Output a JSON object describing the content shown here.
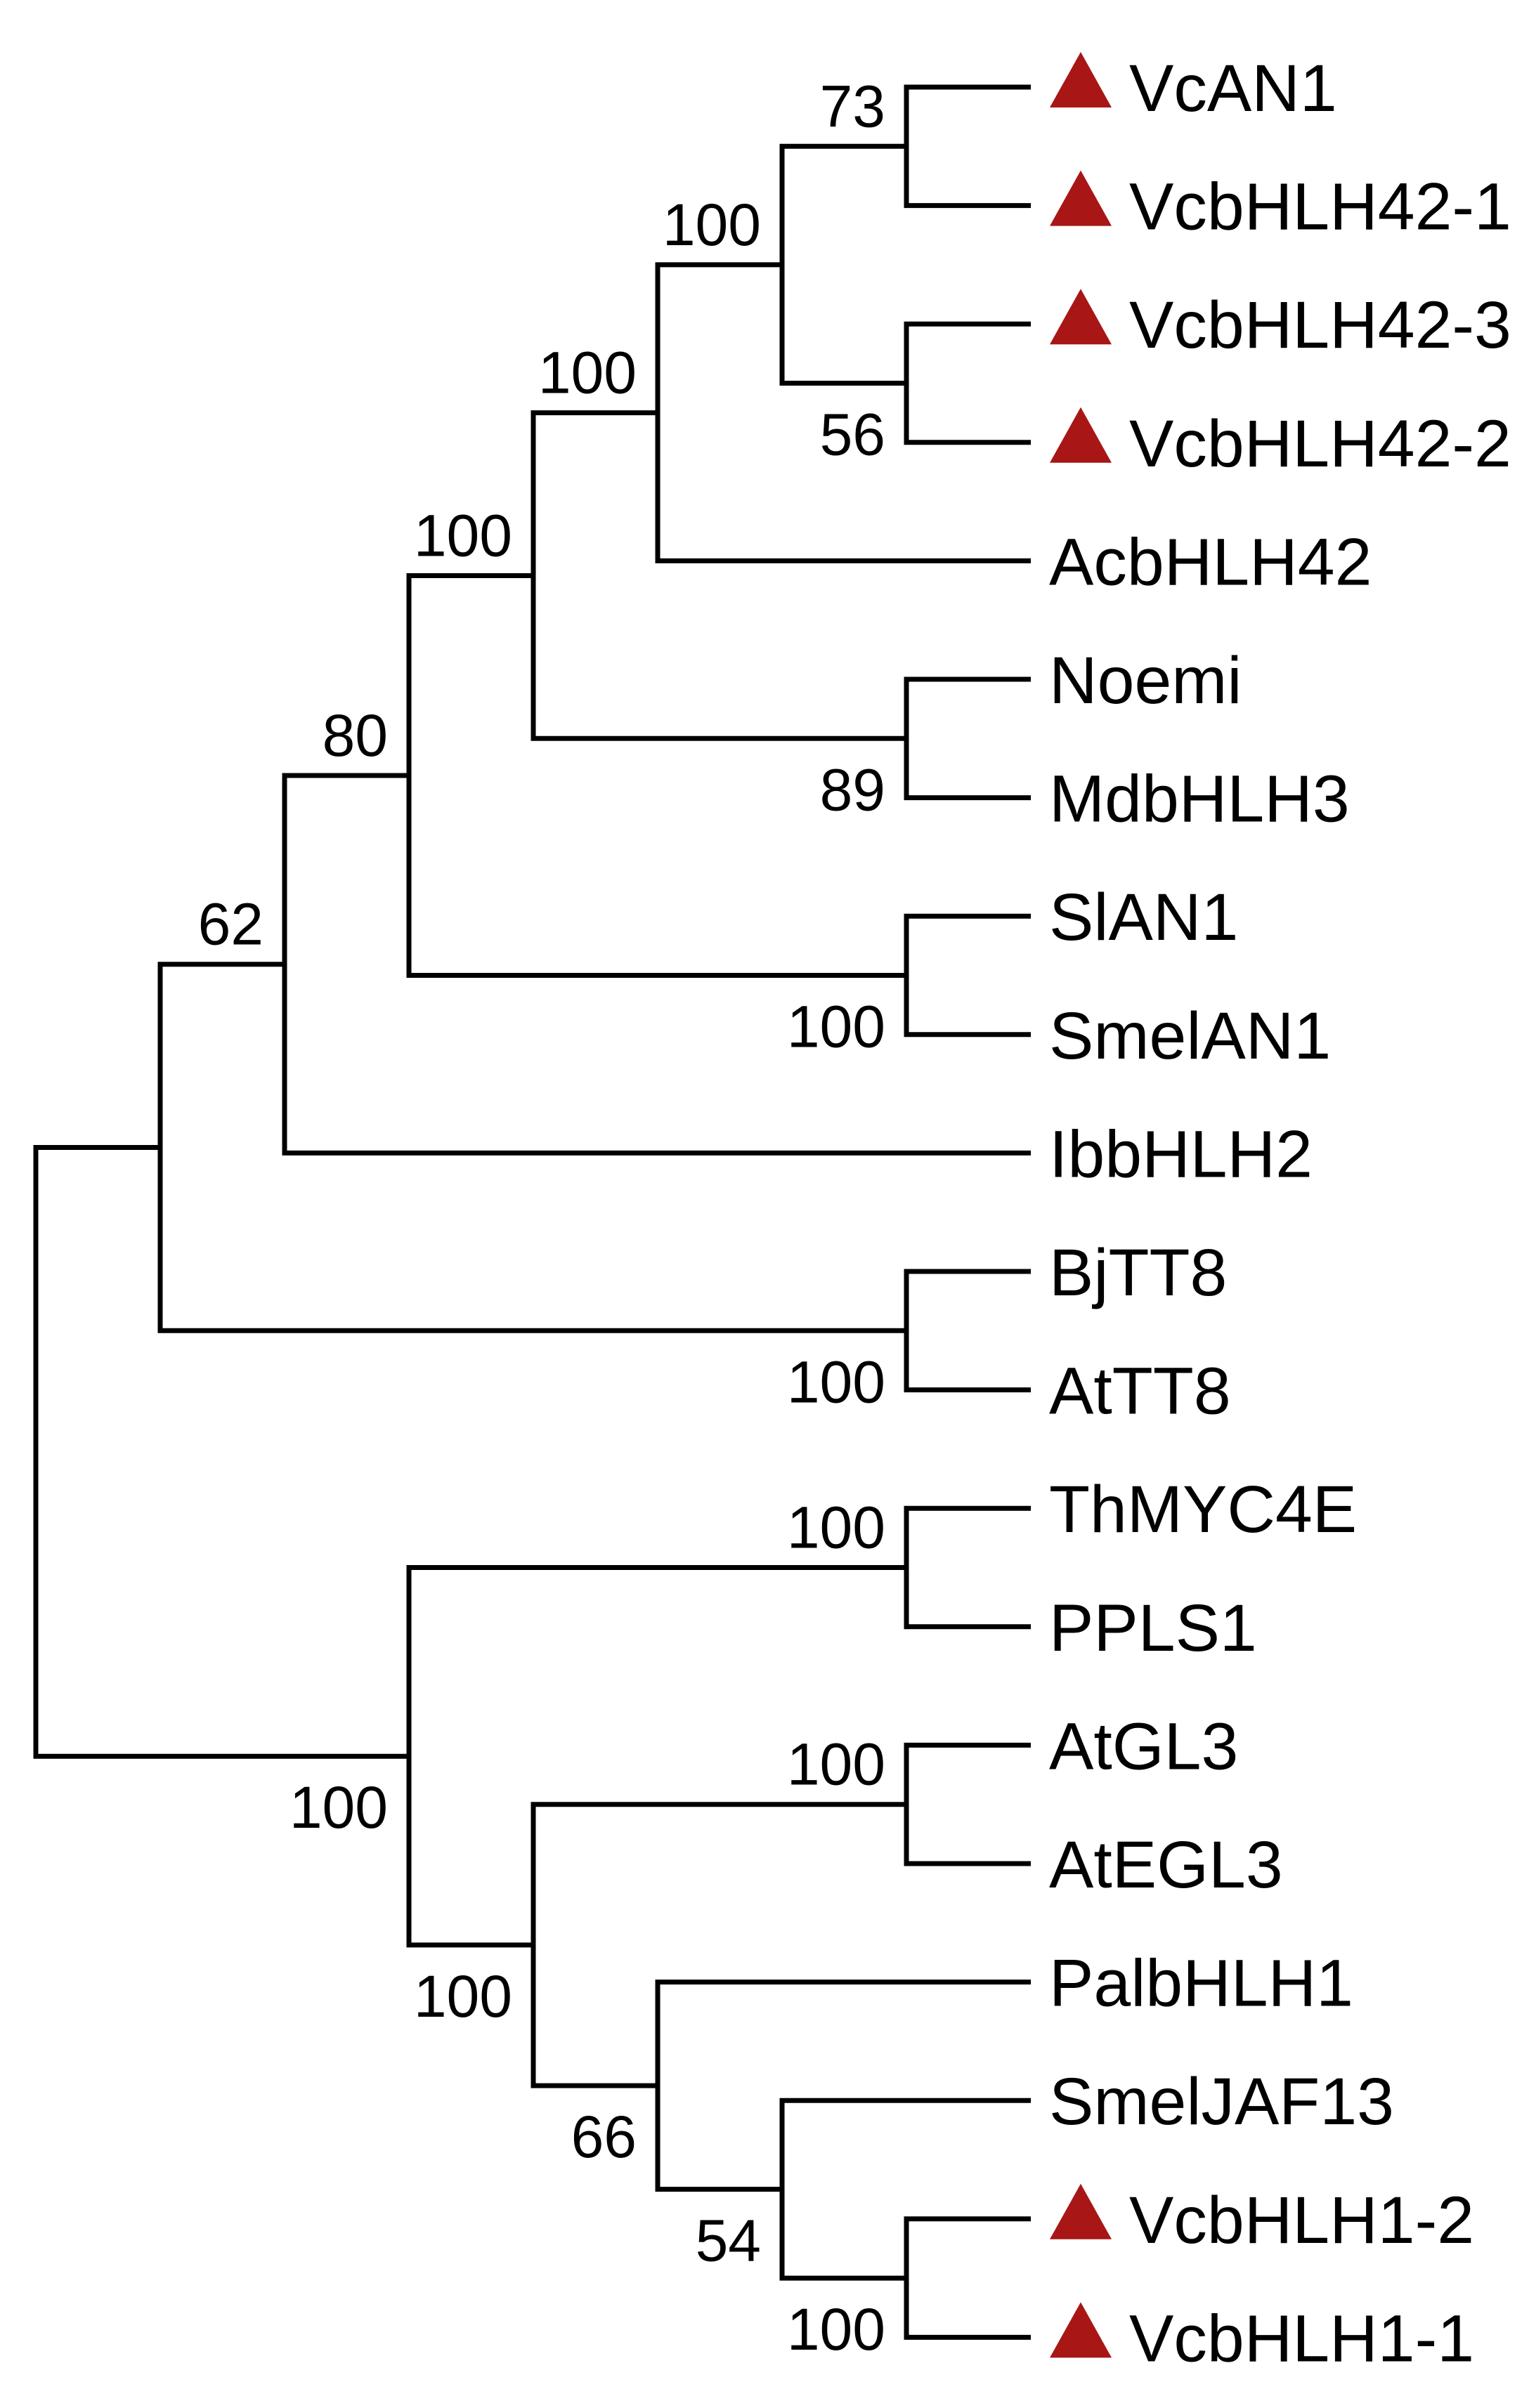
{
  "figure": {
    "kind": "phylogenetic-cladogram",
    "background_color": "#ffffff",
    "line_color": "#000000",
    "marker": {
      "shape": "triangle",
      "color": "#A81616"
    },
    "tree": {
      "bootstrap": null,
      "children": [
        {
          "bootstrap": null,
          "children": [
            {
              "bootstrap": "62",
              "children": [
                {
                  "bootstrap": "80",
                  "children": [
                    {
                      "bootstrap": "100",
                      "children": [
                        {
                          "bootstrap": "100",
                          "children": [
                            {
                              "bootstrap": "100",
                              "children": [
                                {
                                  "bootstrap": "73",
                                  "children": [
                                    {
                                      "name": "VcAN1",
                                      "marker": true
                                    },
                                    {
                                      "name": "VcbHLH42-1",
                                      "marker": true
                                    }
                                  ]
                                },
                                {
                                  "bootstrap": "56",
                                  "children": [
                                    {
                                      "name": "VcbHLH42-3",
                                      "marker": true
                                    },
                                    {
                                      "name": "VcbHLH42-2",
                                      "marker": true
                                    }
                                  ]
                                }
                              ]
                            },
                            {
                              "name": "AcbHLH42",
                              "marker": false
                            }
                          ]
                        },
                        {
                          "bootstrap": "89",
                          "children": [
                            {
                              "name": "Noemi",
                              "marker": false
                            },
                            {
                              "name": "MdbHLH3",
                              "marker": false
                            }
                          ]
                        }
                      ]
                    },
                    {
                      "bootstrap": "100",
                      "children": [
                        {
                          "name": "SlAN1",
                          "marker": false
                        },
                        {
                          "name": "SmelAN1",
                          "marker": false
                        }
                      ]
                    }
                  ]
                },
                {
                  "name": "IbbHLH2",
                  "marker": false
                }
              ]
            },
            {
              "bootstrap": "100",
              "children": [
                {
                  "name": "BjTT8",
                  "marker": false
                },
                {
                  "name": "AtTT8",
                  "marker": false
                }
              ]
            }
          ]
        },
        {
          "bootstrap": "100",
          "children": [
            {
              "bootstrap": "100",
              "children": [
                {
                  "name": "ThMYC4E",
                  "marker": false
                },
                {
                  "name": "PPLS1",
                  "marker": false
                }
              ]
            },
            {
              "bootstrap": "100",
              "children": [
                {
                  "bootstrap": "100",
                  "children": [
                    {
                      "name": "AtGL3",
                      "marker": false
                    },
                    {
                      "name": "AtEGL3",
                      "marker": false
                    }
                  ]
                },
                {
                  "bootstrap": "66",
                  "children": [
                    {
                      "name": "PalbHLH1",
                      "marker": false
                    },
                    {
                      "bootstrap": "54",
                      "children": [
                        {
                          "name": "SmelJAF13",
                          "marker": false
                        },
                        {
                          "bootstrap": "100",
                          "children": [
                            {
                              "name": "VcbHLH1-2",
                              "marker": true
                            },
                            {
                              "name": "VcbHLH1-1",
                              "marker": true
                            }
                          ]
                        }
                      ]
                    }
                  ]
                }
              ]
            }
          ]
        }
      ]
    }
  }
}
